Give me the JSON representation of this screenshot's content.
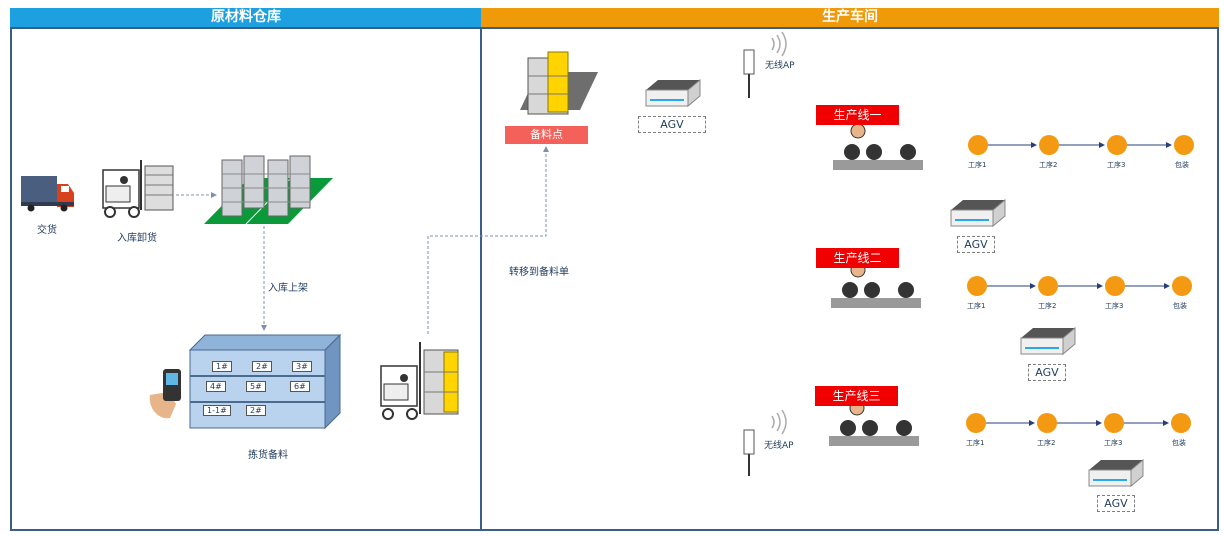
{
  "warehouse": {
    "title": "原材料仓库",
    "header_color": "#1ca0e0",
    "truck_label": "交货",
    "inbound_unload_label": "入库卸货",
    "shelving_label": "入库上架",
    "picking_label": "拣货备料",
    "shelf_slots": [
      "1#",
      "2#",
      "3#",
      "4#",
      "5#",
      "6#",
      "1-1#",
      "2#"
    ]
  },
  "workshop": {
    "title": "生产车间",
    "header_color": "#f09a0a",
    "staging_label": "备料点",
    "transfer_label": "转移到备料单",
    "ap_label": "无线AP",
    "agv_label": "AGV",
    "lines": [
      {
        "name": "生产线一",
        "steps": [
          "工序1",
          "工序2",
          "工序3",
          "包装"
        ]
      },
      {
        "name": "生产线二",
        "steps": [
          "工序1",
          "工序2",
          "工序3",
          "包装"
        ]
      },
      {
        "name": "生产线三",
        "steps": [
          "工序1",
          "工序2",
          "工序3",
          "包装"
        ]
      }
    ]
  },
  "colors": {
    "step_node": "#f39a12",
    "border": "#3c5d86",
    "flow_line": "#7f8fb0",
    "pallet_green": "#0a9a3a"
  }
}
